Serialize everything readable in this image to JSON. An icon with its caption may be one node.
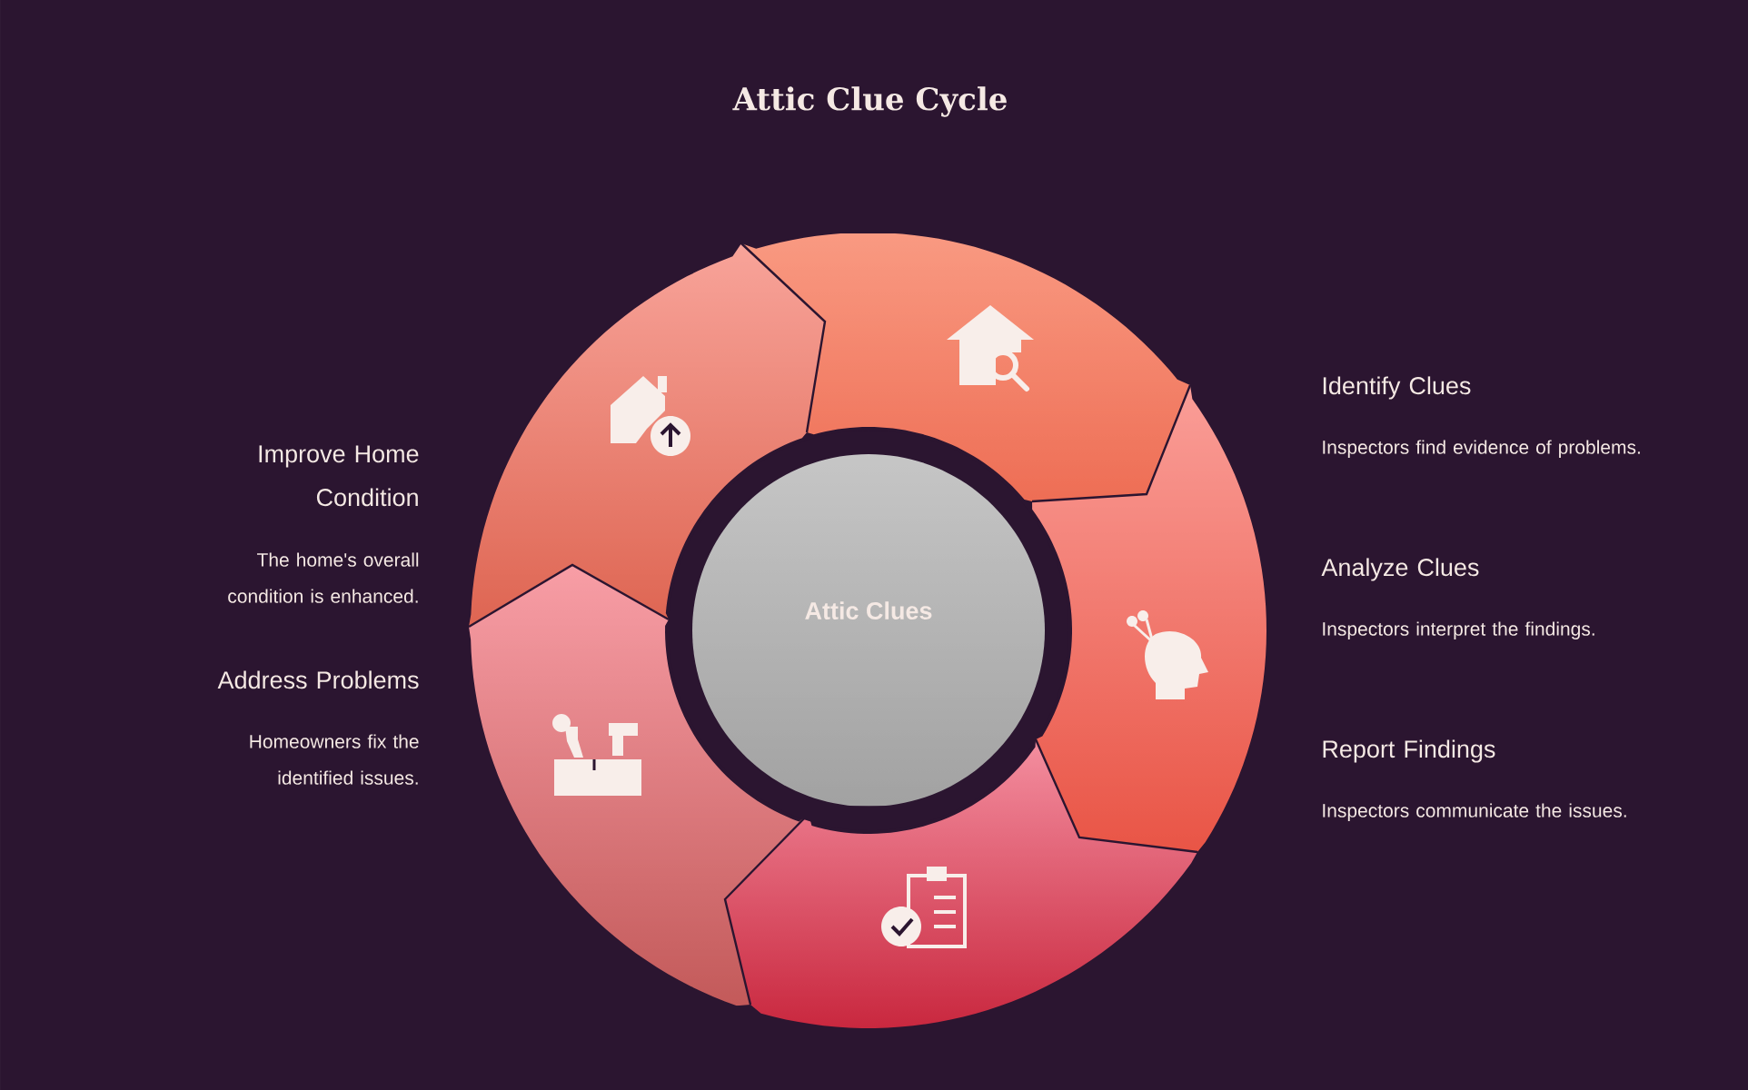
{
  "diagram": {
    "title": "Attic Clue Cycle",
    "nodes": [
      {
        "text": [
          "Attic Clues"
        ]
      }
    ],
    "labels": [
      "Identify Clues",
      "Inspectors find evidence of problems.",
      "Analyze Clues",
      "Inspectors interpret the findings.",
      "Report Findings",
      "Inspectors communicate the issues.",
      "Address Problems",
      "Homeowners fix the identified issues.",
      "Improve Home Condition",
      "The home's overall condition is enhanced."
    ]
  }
}
